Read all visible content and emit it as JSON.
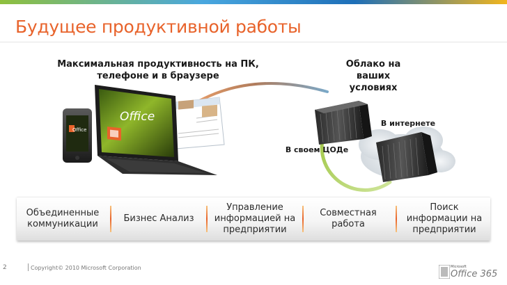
{
  "slide": {
    "title": "Будущее продуктивной работы",
    "number": "2",
    "copyright": "Copyright© 2010 Microsoft Corporation"
  },
  "captions": {
    "devices": "Максимальная продуктивность на ПК, телефоне и в браузере",
    "cloud": "Облако на ваших условиях",
    "internet": "В интернете",
    "datacenter": "В своем ЦОДе"
  },
  "devices": {
    "laptop_app": "Office",
    "phone_app": "Office"
  },
  "capabilities": [
    "Объединенные коммуникации",
    "Бизнес Анализ",
    "Управление информацией на предприятии",
    "Совместная работа",
    "Поиск информации на предприятии"
  ],
  "logo": {
    "company": "Microsoft",
    "product": "Office 365"
  },
  "colors": {
    "title": "#e8632b",
    "separator": "#e8632b",
    "arc_start": "#e8632b",
    "arc_end": "#9cc43e"
  }
}
